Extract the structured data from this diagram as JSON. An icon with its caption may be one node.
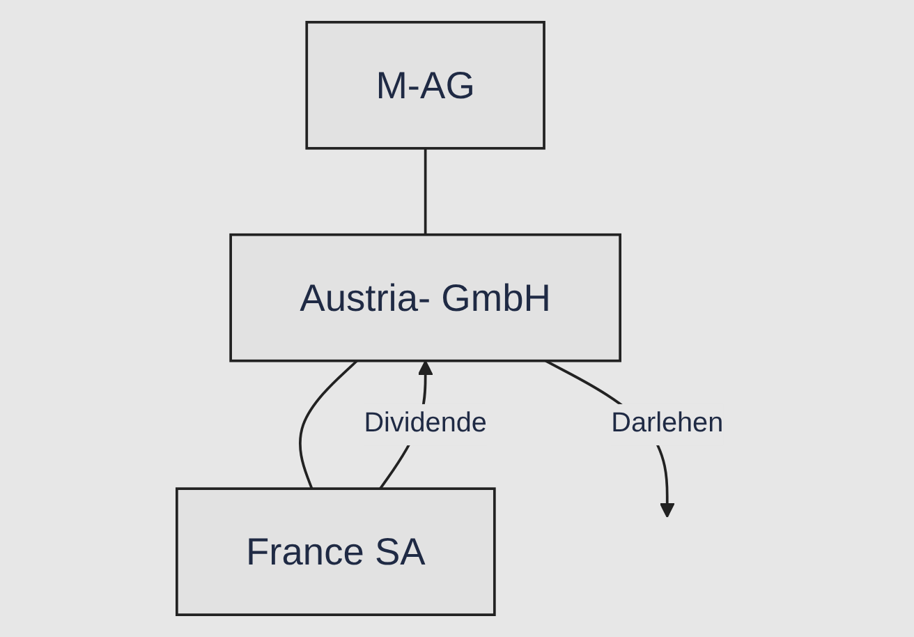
{
  "diagram": {
    "nodes": [
      {
        "text": [
          "M-AG"
        ]
      },
      {
        "text": [
          "Austria- GmbH"
        ]
      },
      {
        "text": [
          "France SA"
        ]
      }
    ],
    "edges": [
      {
        "from": 0,
        "to": 1,
        "arrow": "none"
      },
      {
        "from": 1,
        "to": 2,
        "arrow": "none"
      },
      {
        "from": 1,
        "to": null,
        "arrow": "to",
        "label": "Darlehen"
      },
      {
        "from": 2,
        "to": 1,
        "arrow": "to",
        "label": "Dividende"
      }
    ]
  }
}
